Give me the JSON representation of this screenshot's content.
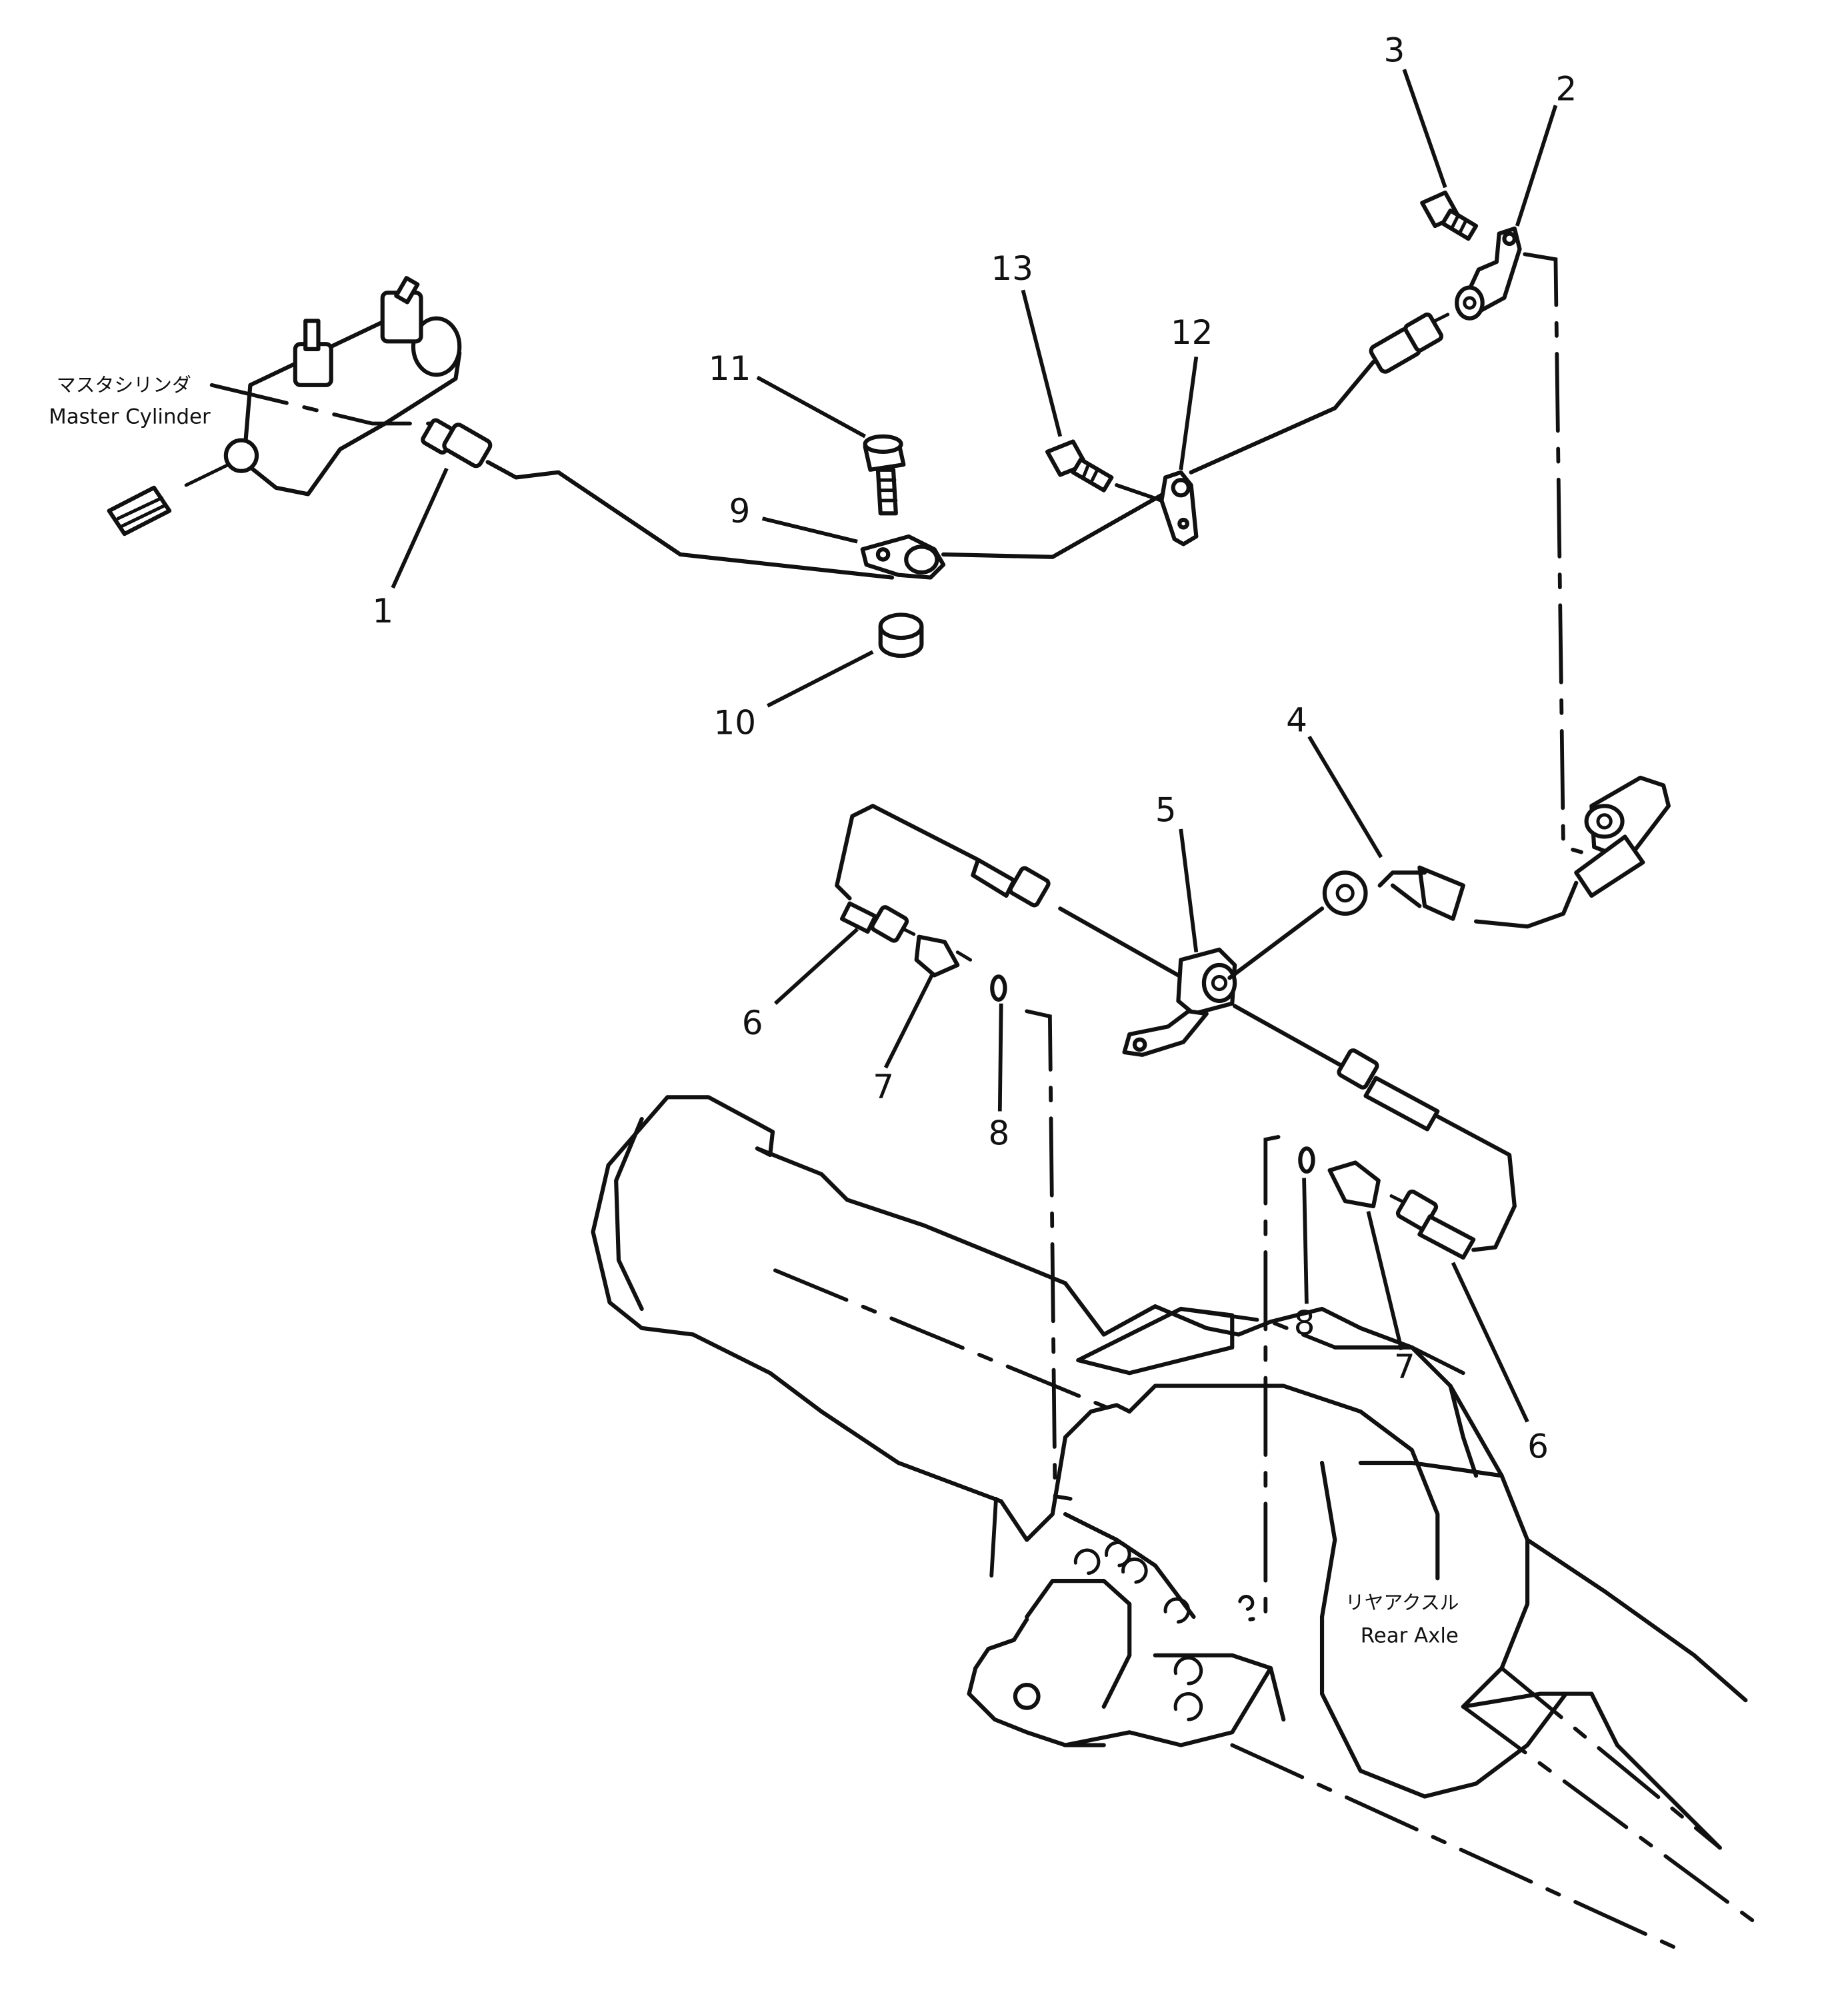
{
  "labels": {
    "master_cylinder_jp": "マスタシリンダ",
    "master_cylinder_en": "Master Cylinder",
    "rear_axle_jp": "リヤアクスル",
    "rear_axle_en": "Rear Axle"
  },
  "callouts": {
    "c1": "1",
    "c2": "2",
    "c3": "3",
    "c4": "4",
    "c5": "5",
    "c6a": "6",
    "c6b": "6",
    "c7a": "7",
    "c7b": "7",
    "c8a": "8",
    "c8b": "8",
    "c9": "9",
    "c10": "10",
    "c11": "11",
    "c12": "12",
    "c13": "13"
  }
}
